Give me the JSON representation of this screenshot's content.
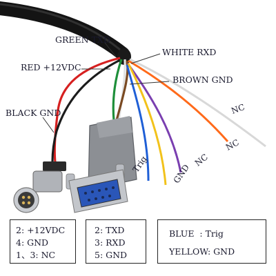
{
  "wire_labels": {
    "green_txd": "GREEN TXD",
    "white_rxd": "WHITE RXD",
    "red_12vdc": "RED +12VDC",
    "brown_gnd": "BROWN GND",
    "black_gnd": "BLACK GND",
    "nc_1": "NC",
    "nc_2": "NC",
    "nc_3": "NC",
    "trig": "Trig",
    "gnd": "GND"
  },
  "legend_left": {
    "line1": "2: +12VDC",
    "line2": "4: GND",
    "line3": "1、3: NC"
  },
  "legend_middle": {
    "line1": "2: TXD",
    "line2": "3: RXD",
    "line3": "5: GND"
  },
  "legend_right": {
    "line1": "BLUE  : Trig",
    "line2": "YELLOW: GND"
  },
  "colors": {
    "cable_black": "#1a1a1a",
    "wire_red": "#d62020",
    "wire_green": "#1e8f3a",
    "wire_white": "#e8e8e8",
    "wire_brown": "#7a4a22",
    "wire_orange": "#ff6a1a",
    "wire_purple": "#7a3fb0",
    "wire_blue": "#1f5fd6",
    "wire_yellow": "#f2c21b",
    "connector_gray": "#8c8f94",
    "metal": "#b9bcc2",
    "label_text": "#1a1a2e"
  }
}
